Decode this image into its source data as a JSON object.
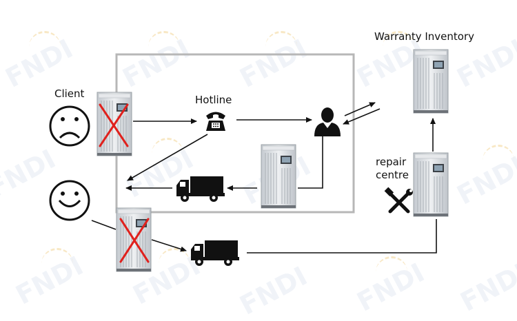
{
  "labels": {
    "warranty": "Warranty Inventory",
    "client": "Client",
    "hotline": "Hotline",
    "repair_line1": "repair",
    "repair_line2": "centre"
  },
  "watermark": "FNDI",
  "colors": {
    "frame": "#b7b7b7",
    "cross": "#e0211d",
    "arrow": "#111111",
    "cabinet": "#d9dde2",
    "watermark": "#e4eaf3",
    "watermark_sun": "#f4d9a0"
  },
  "icons": [
    "sad-face-icon",
    "happy-face-icon",
    "telephone-icon",
    "person-icon",
    "truck-icon",
    "tools-icon",
    "cabinet-icon"
  ]
}
